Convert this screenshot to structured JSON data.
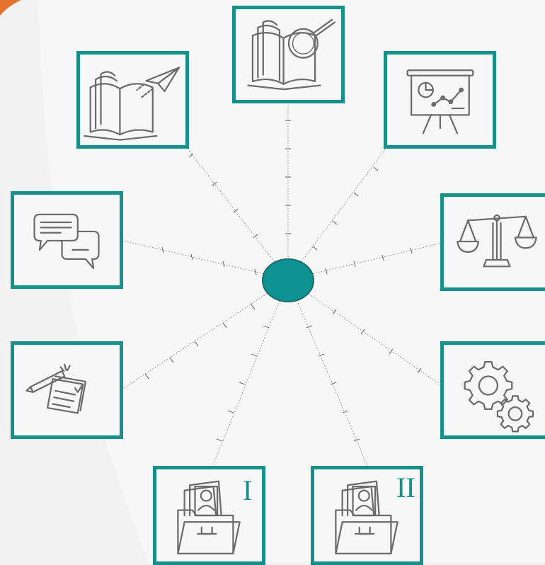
{
  "colors": {
    "accent": "#16908b",
    "hub": "#0d9391",
    "icon": "#6b6b6b",
    "connector": "#8a8a8a",
    "corner": "#e5732e"
  },
  "nodes": [
    {
      "id": "book-search",
      "icon": "book-magnifier-icon"
    },
    {
      "id": "book-send",
      "icon": "book-paper-plane-icon"
    },
    {
      "id": "presentation",
      "icon": "presentation-board-icon"
    },
    {
      "id": "chat",
      "icon": "chat-bubbles-icon"
    },
    {
      "id": "balance",
      "icon": "balance-scale-icon"
    },
    {
      "id": "notes",
      "icon": "pencil-paper-icon"
    },
    {
      "id": "settings",
      "icon": "gears-icon"
    },
    {
      "id": "folder-1",
      "icon": "folder-files-icon",
      "label": "I"
    },
    {
      "id": "folder-2",
      "icon": "folder-files-icon",
      "label": "II"
    }
  ]
}
